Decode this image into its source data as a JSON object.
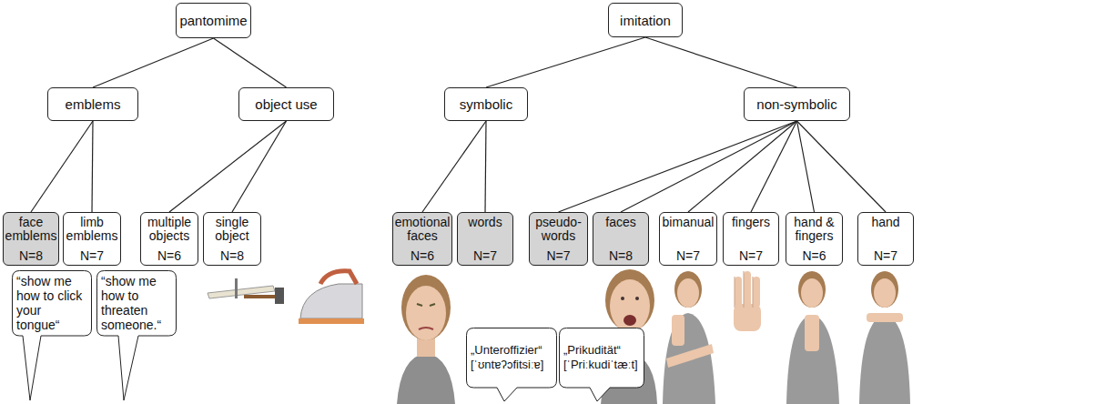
{
  "diagram": {
    "nodes": [
      {
        "text": [
          "pantomime"
        ]
      },
      {
        "text": [
          "imitation"
        ]
      },
      {
        "text": [
          "emblems"
        ]
      },
      {
        "text": [
          "object use"
        ]
      },
      {
        "text": [
          "symbolic"
        ]
      },
      {
        "text": [
          "non-symbolic"
        ]
      },
      {
        "text": [
          "face emblems",
          "N=8"
        ]
      },
      {
        "text": [
          "limb emblems",
          "N=7"
        ]
      },
      {
        "text": [
          "multiple objects",
          "N=6"
        ]
      },
      {
        "text": [
          "single object",
          "N=8"
        ]
      },
      {
        "text": [
          "emotional faces",
          "N=6"
        ]
      },
      {
        "text": [
          "words",
          "N=7"
        ]
      },
      {
        "text": [
          "pseudo-words",
          "N=7"
        ]
      },
      {
        "text": [
          "faces",
          "N=8"
        ]
      },
      {
        "text": [
          "bimanual",
          "N=7"
        ]
      },
      {
        "text": [
          "fingers",
          "N=7"
        ]
      },
      {
        "text": [
          "hand & fingers",
          "N=6"
        ]
      },
      {
        "text": [
          "hand",
          "N=7"
        ]
      },
      {
        "text": [
          "“show me how to click your tongue“"
        ]
      },
      {
        "text": [
          "“show me how to threaten someone.“"
        ]
      },
      {
        "text": [
          "„Unteroffizier“",
          "[ˈʊntɐʔɔfitsiːɐ]"
        ]
      },
      {
        "text": [
          "„Prikudität“",
          "[ˈPriːkudiˈtæːt]"
        ]
      }
    ],
    "edges": [
      {
        "from": 0,
        "to": 2,
        "arrow": "none"
      },
      {
        "from": 0,
        "to": 3,
        "arrow": "none"
      },
      {
        "from": 1,
        "to": 4,
        "arrow": "none"
      },
      {
        "from": 1,
        "to": 5,
        "arrow": "none"
      },
      {
        "from": 2,
        "to": 6,
        "arrow": "none"
      },
      {
        "from": 2,
        "to": 7,
        "arrow": "none"
      },
      {
        "from": 3,
        "to": 8,
        "arrow": "none"
      },
      {
        "from": 3,
        "to": 9,
        "arrow": "none"
      },
      {
        "from": 4,
        "to": 10,
        "arrow": "none"
      },
      {
        "from": 4,
        "to": 11,
        "arrow": "none"
      },
      {
        "from": 5,
        "to": 12,
        "arrow": "none"
      },
      {
        "from": 5,
        "to": 13,
        "arrow": "none"
      },
      {
        "from": 5,
        "to": 14,
        "arrow": "none"
      },
      {
        "from": 5,
        "to": 15,
        "arrow": "none"
      },
      {
        "from": 5,
        "to": 16,
        "arrow": "none"
      },
      {
        "from": 5,
        "to": 17,
        "arrow": "none"
      }
    ]
  }
}
